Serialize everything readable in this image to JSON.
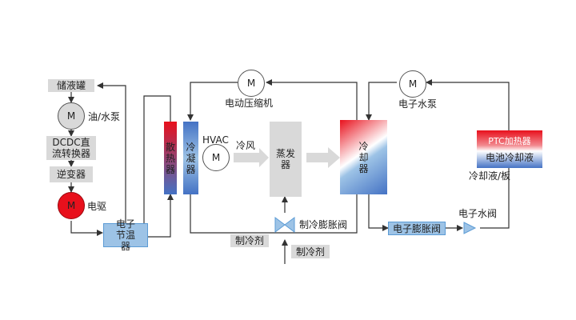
{
  "nodes": {
    "reservoir": "储液罐",
    "oil_water_pump_motor": "M",
    "oil_water_pump": "油/水泵",
    "dcdc": "DCDC直流转换器",
    "inverter": "逆变器",
    "e_drive_motor": "M",
    "e_drive": "电驱",
    "thermostat": "电子节温器",
    "radiator": "散热器",
    "condenser": "冷凝器",
    "compressor_motor": "M",
    "compressor": "电动压缩机",
    "hvac": "HVAC",
    "hvac_motor": "M",
    "cold_air": "冷风",
    "evaporator": "蒸发器",
    "chiller": "冷却器",
    "expansion_valve": "制冷膨胀阀",
    "refrigerant_1": "制冷剂",
    "refrigerant_2": "制冷剂",
    "e_water_pump_motor": "M",
    "e_water_pump": "电子水泵",
    "ptc_heater": "PTC加热器",
    "battery_coolant": "电池冷却液",
    "coolant_plate": "冷却液/板",
    "e_expansion_valve": "电子膨胀阀",
    "e_water_valve": "电子水阀"
  },
  "colors": {
    "red": "#e8101c",
    "blue": "#4472c4",
    "light_blue": "#9dc3e6",
    "gray": "#d9d9d9",
    "line": "#333333"
  }
}
